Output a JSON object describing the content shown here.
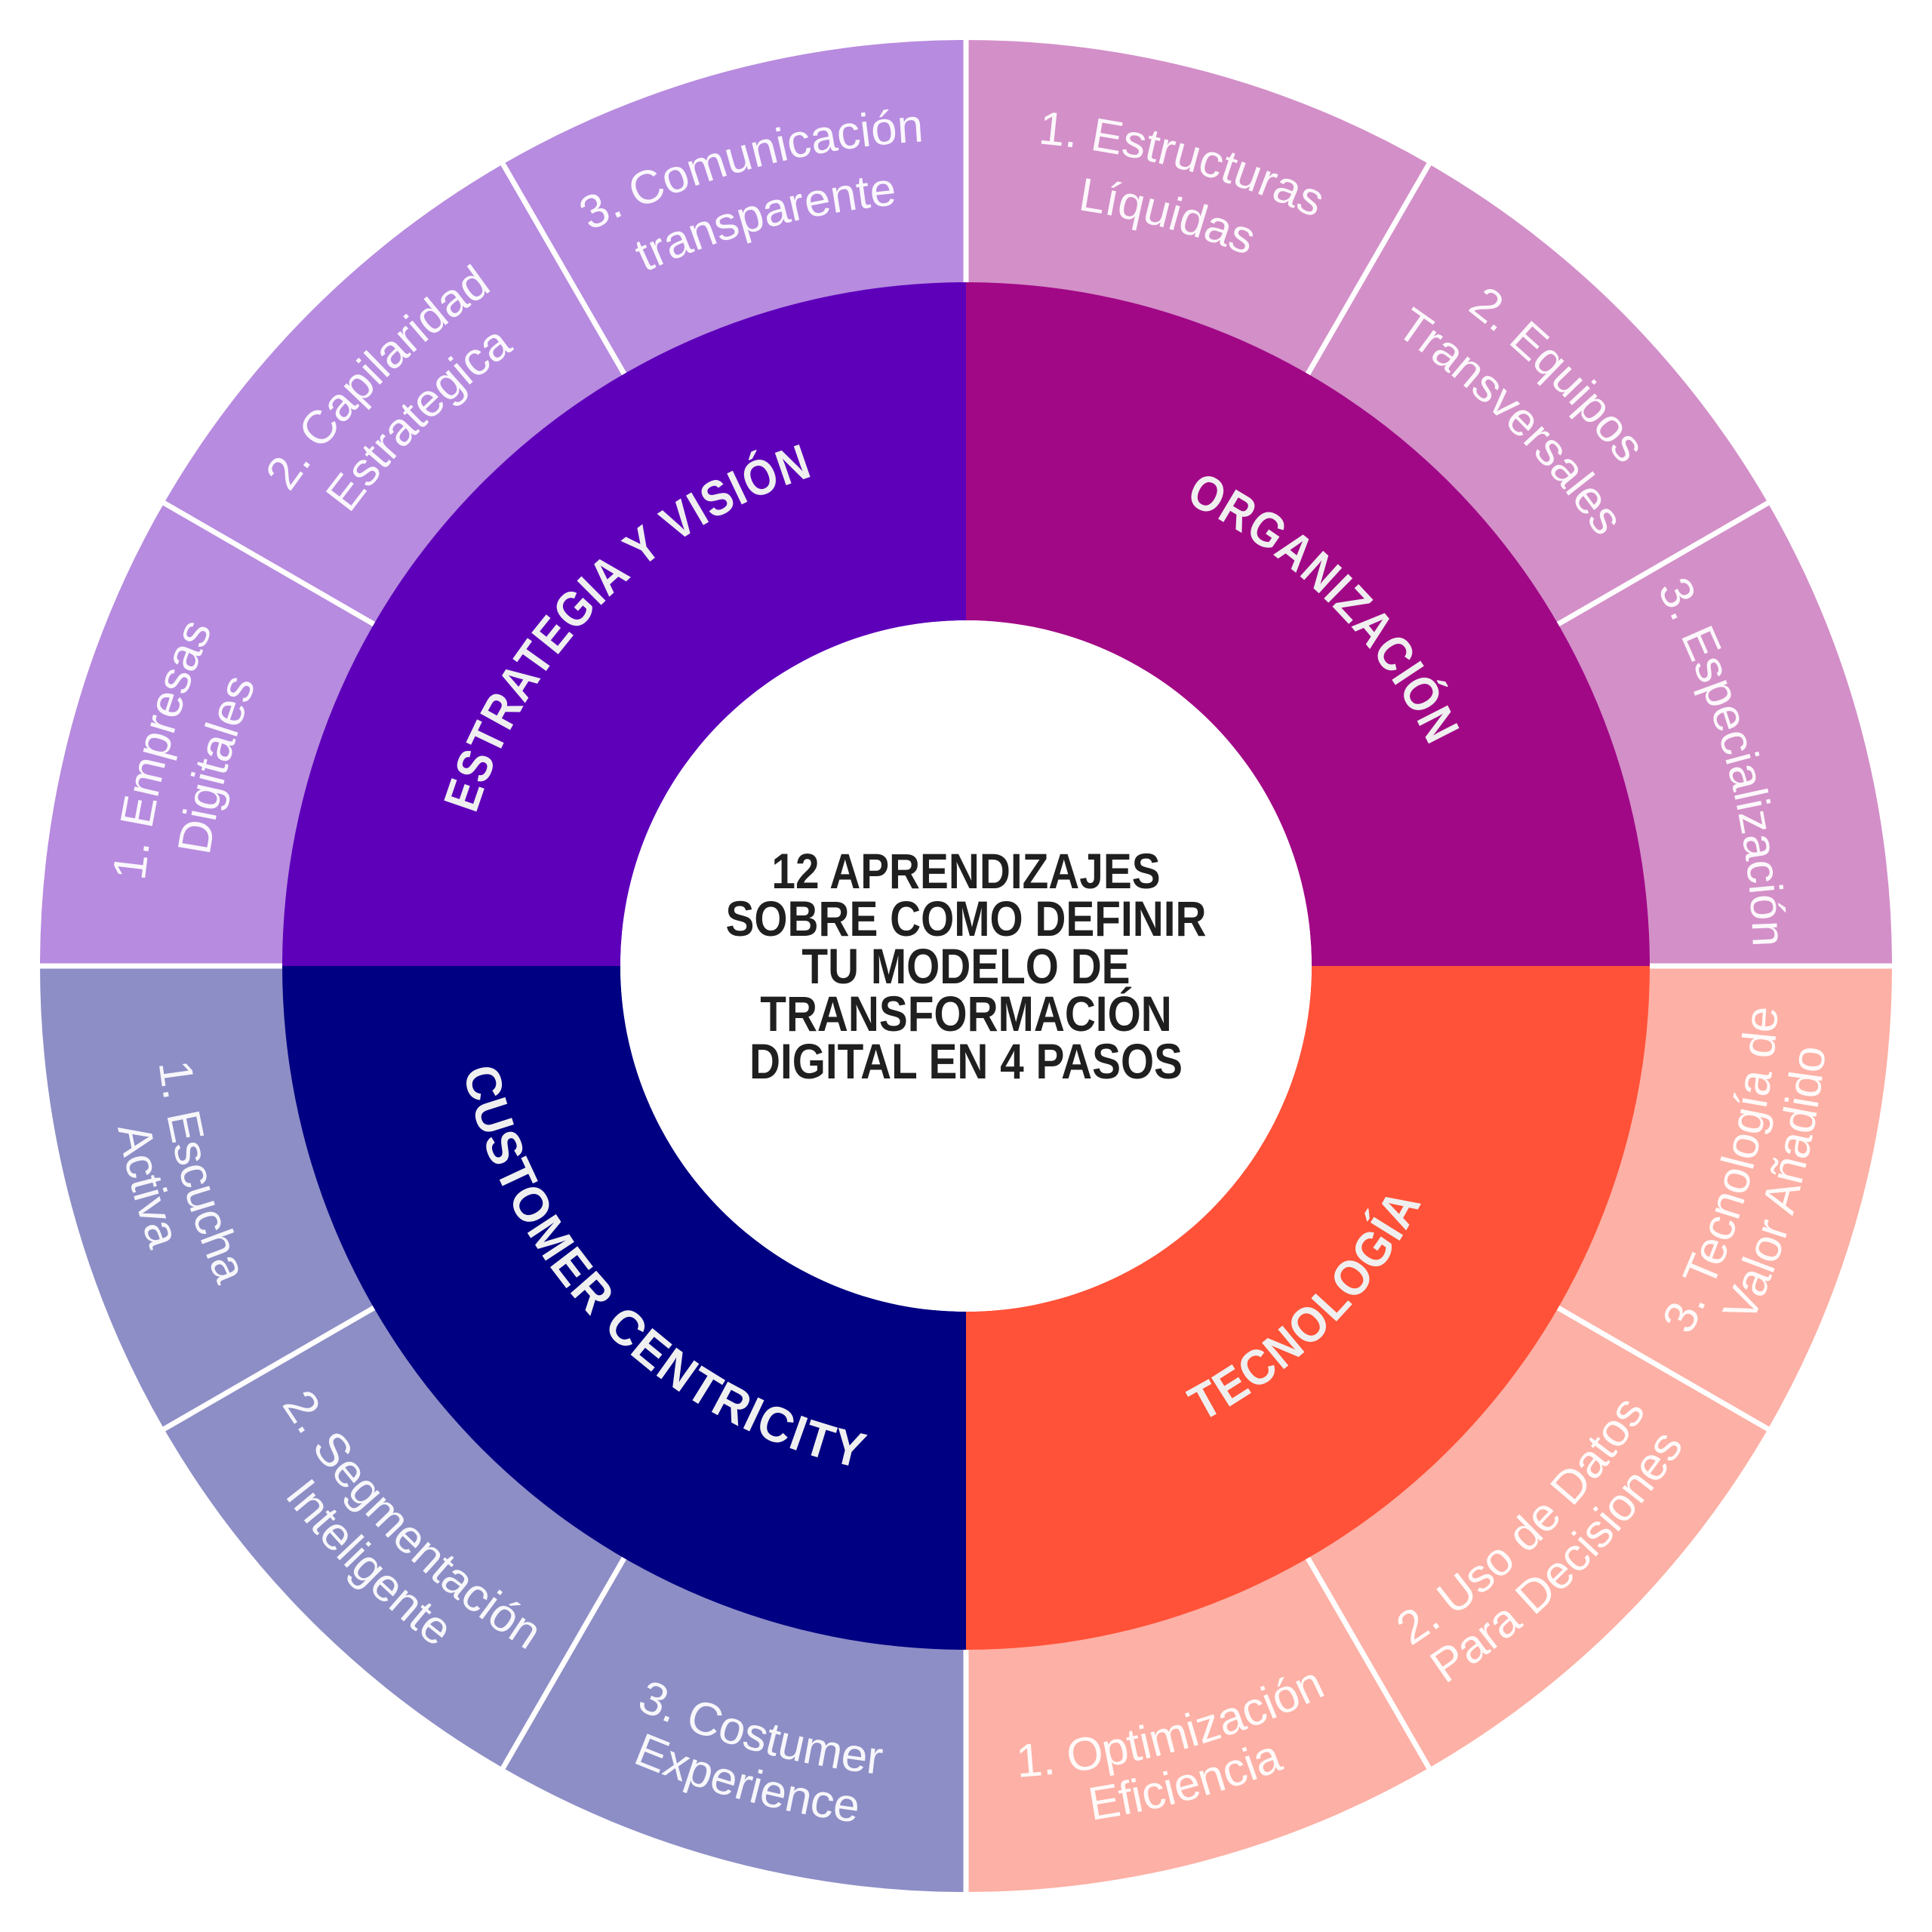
{
  "title": {
    "lines": [
      "12 APRENDIZAJES",
      "SOBRE COMO DEFINIR",
      "TU MODELO DE",
      "TRANSFORMACIÓN",
      "DIGITAL EN 4 PASOS"
    ]
  },
  "colors": {
    "background": "#ffffff",
    "separator": "#ffffff",
    "center_fill": "#ffffff",
    "center_text": "#1f1f1f"
  },
  "pillars": [
    {
      "id": "organizacion",
      "label": "ORGANIZACIÓN",
      "inner_color": "#A10886",
      "outer_color": "#D38FC8",
      "items": [
        {
          "lines": [
            "3. Especialización"
          ]
        },
        {
          "lines": [
            "2. Equipos",
            "Transversales"
          ]
        },
        {
          "lines": [
            "1. Estructuras",
            "Líquidas"
          ]
        }
      ]
    },
    {
      "id": "estrategia",
      "label": "ESTRATEGIA Y VISIÓN",
      "inner_color": "#5E00BA",
      "outer_color": "#B78BDF",
      "items": [
        {
          "lines": [
            "3. Comunicación",
            "transparente"
          ]
        },
        {
          "lines": [
            "2. Capilaridad",
            "Estrategica"
          ]
        },
        {
          "lines": [
            "1. Empresas",
            "Digitales"
          ]
        }
      ]
    },
    {
      "id": "customer",
      "label": "CUSTOMER CENTRICITY",
      "inner_color": "#000082",
      "outer_color": "#8D8EC6",
      "items": [
        {
          "lines": [
            "1. Escucha",
            "Activa"
          ]
        },
        {
          "lines": [
            "2. Segmentación",
            "Inteligente"
          ]
        },
        {
          "lines": [
            "3. Costumer",
            "Experience"
          ]
        }
      ]
    },
    {
      "id": "tecnologia",
      "label": "TECNOLOGÍA",
      "inner_color": "#FF5238",
      "outer_color": "#FDB0A5",
      "items": [
        {
          "lines": [
            "1. Optimización",
            "Eficiencia"
          ]
        },
        {
          "lines": [
            "2. Uso de Datos",
            "Para Decisiones"
          ]
        },
        {
          "lines": [
            "3. Tecnología de",
            "Valor Añadido"
          ]
        }
      ]
    }
  ]
}
